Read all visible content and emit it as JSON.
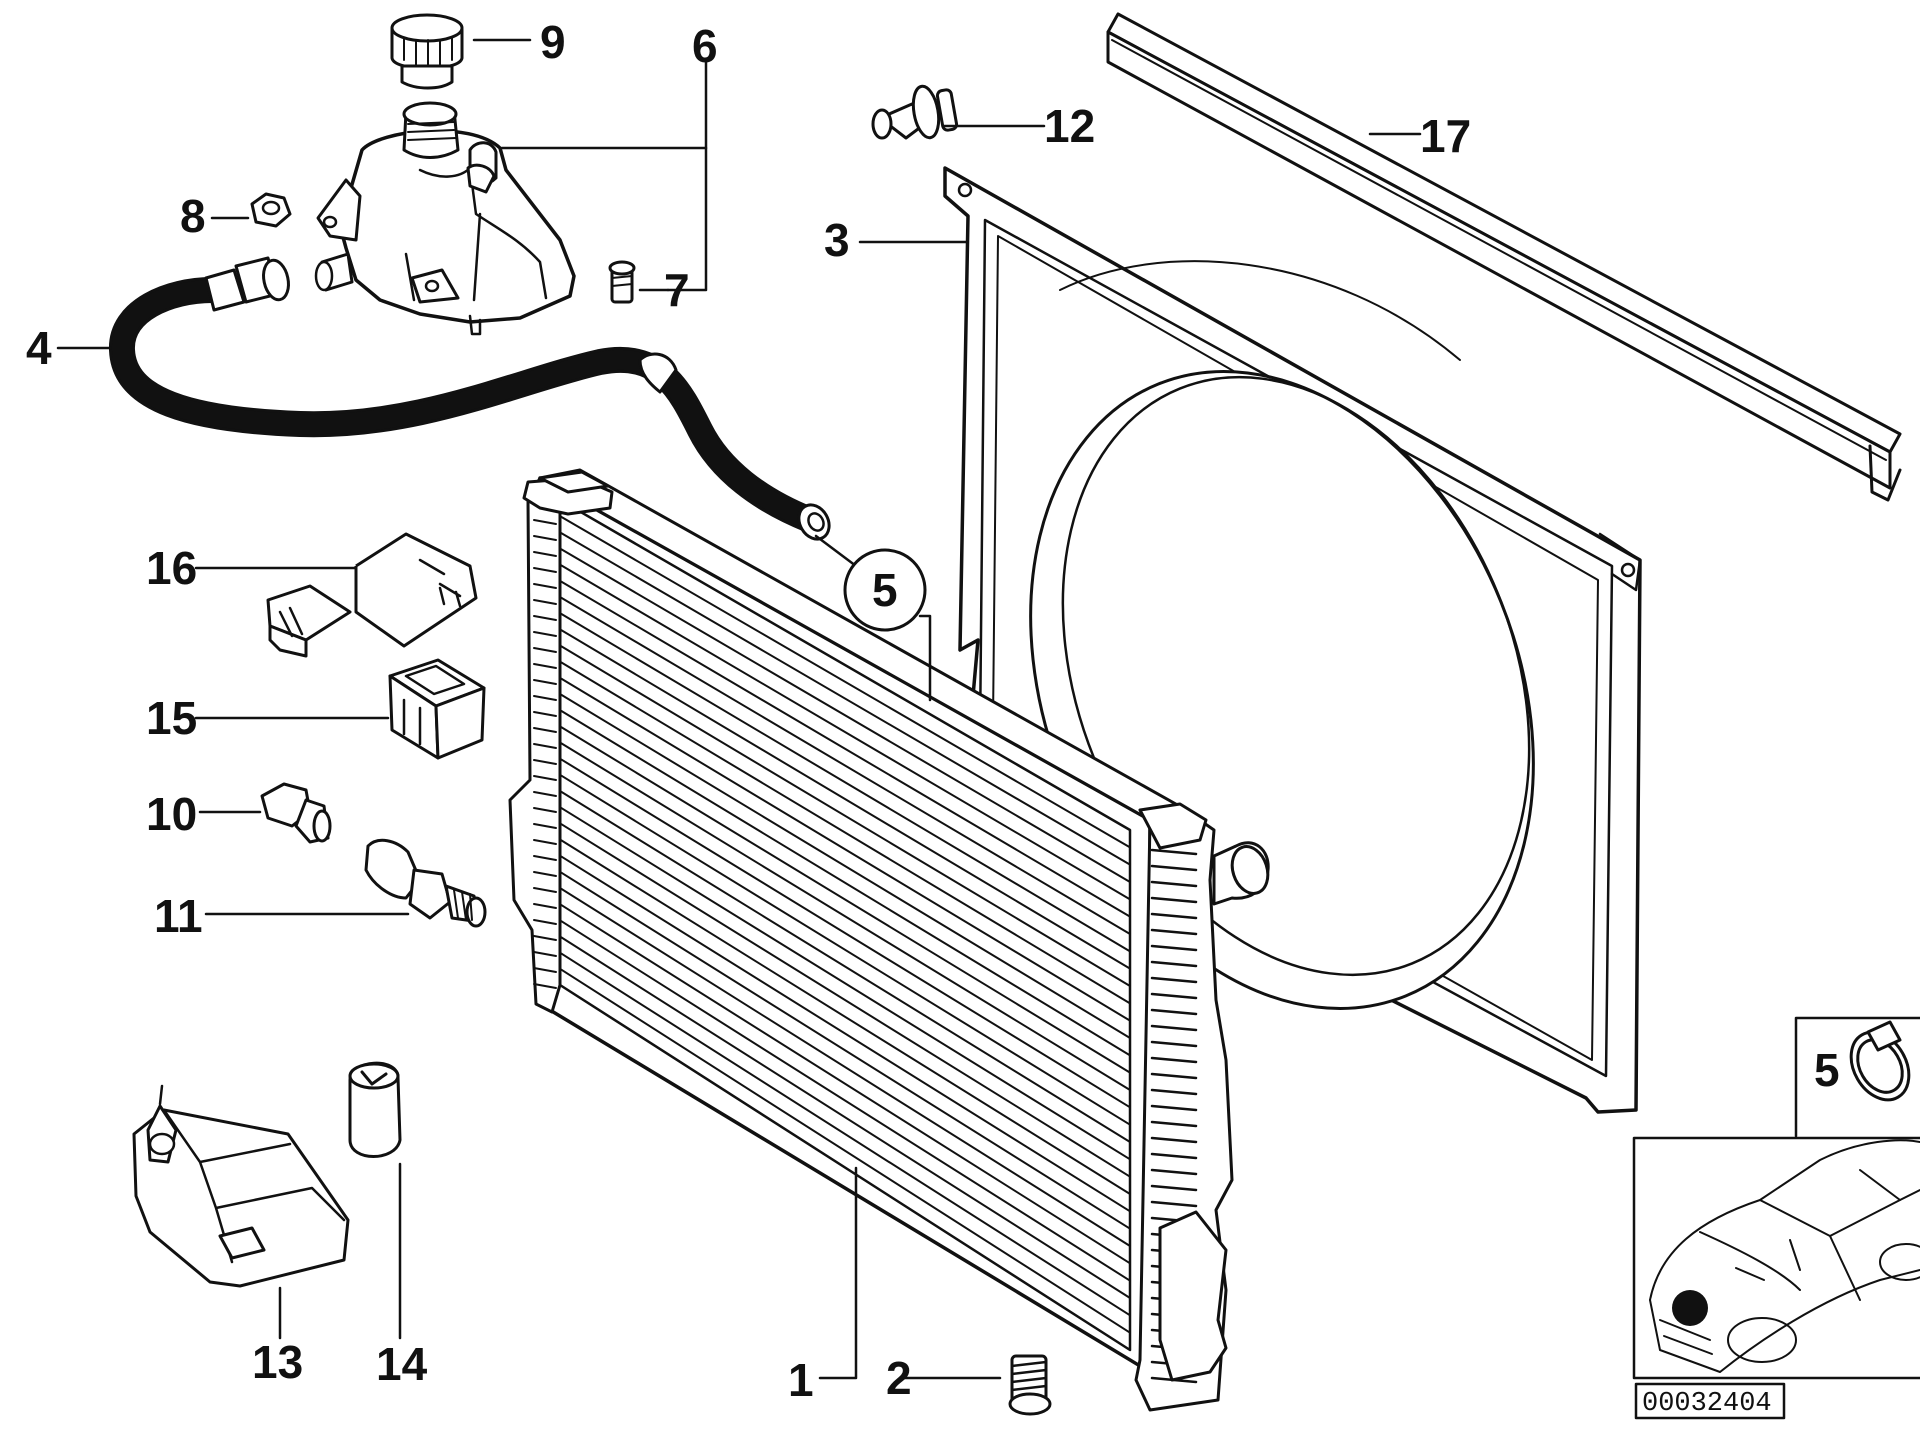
{
  "diagram": {
    "labels": {
      "p1": "1",
      "p2": "2",
      "p3": "3",
      "p4": "4",
      "p5": "5",
      "p6": "6",
      "p7": "7",
      "p8": "8",
      "p9": "9",
      "p10": "10",
      "p11": "11",
      "p12": "12",
      "p13": "13",
      "p14": "14",
      "p15": "15",
      "p16": "16",
      "p17": "17",
      "p5_detail": "5"
    },
    "reference_number": "00032404"
  }
}
